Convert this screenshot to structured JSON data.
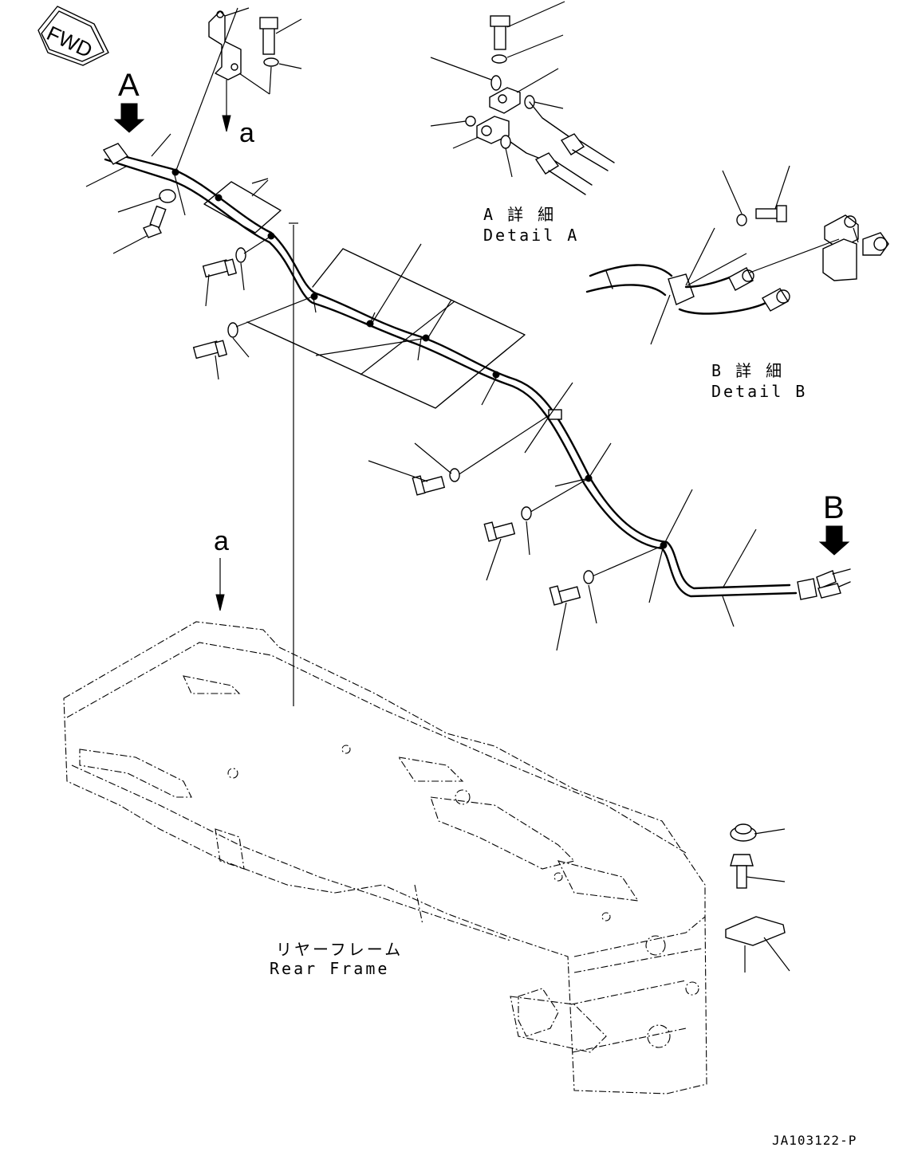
{
  "labels": {
    "fwd": "FWD",
    "view_a": "A",
    "view_b": "B",
    "arrow_a_top": "a",
    "arrow_a_frame": "a"
  },
  "detail_a": {
    "jp": "A 詳 細",
    "en": "Detail A"
  },
  "detail_b": {
    "jp": "B 詳 細",
    "en": "Detail B"
  },
  "frame_caption": {
    "jp": "リヤーフレーム",
    "en": "Rear Frame"
  },
  "drawing_code": "JA103122-P"
}
